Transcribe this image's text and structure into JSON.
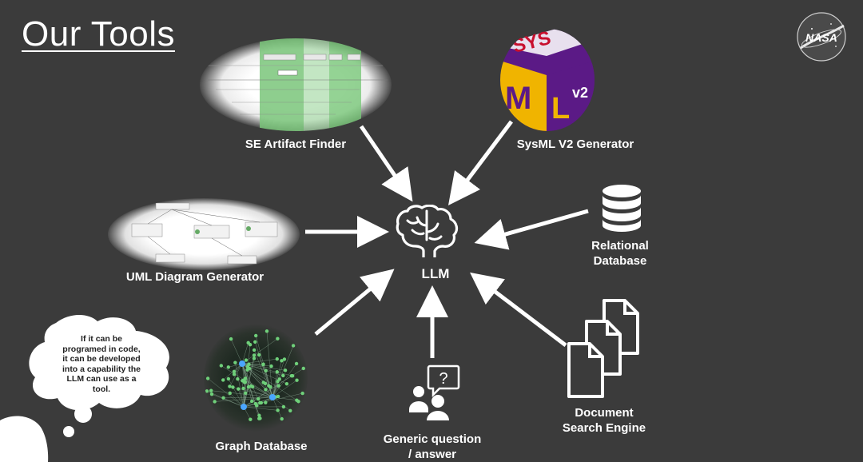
{
  "slide": {
    "title": "Our Tools",
    "logo": "NASA"
  },
  "tools": {
    "se_artifact_finder": "SE Artifact Finder",
    "sysml_generator": "SysML V2 Generator",
    "uml_generator": "UML Diagram Generator",
    "relational_db_line1": "Relational",
    "relational_db_line2": "Database",
    "graph_db": "Graph Database",
    "generic_qa_line1": "Generic question",
    "generic_qa_line2": "/ answer",
    "doc_search_line1": "Document",
    "doc_search_line2": "Search Engine"
  },
  "center": {
    "label": "LLM",
    "icon": "brain-icon"
  },
  "thought_bubble": {
    "lines": [
      "If it can be",
      "programed in code,",
      "it can be developed",
      "into a capability the",
      "LLM can use as a",
      "tool."
    ]
  },
  "sysml_logo": {
    "letters": "SYS",
    "m": "M",
    "l": "L",
    "version": "v2"
  },
  "colors": {
    "background": "#3b3b3b",
    "sysml_yellow": "#f0b400",
    "sysml_purple": "#5b1a86",
    "sysml_red": "#c8102e"
  }
}
